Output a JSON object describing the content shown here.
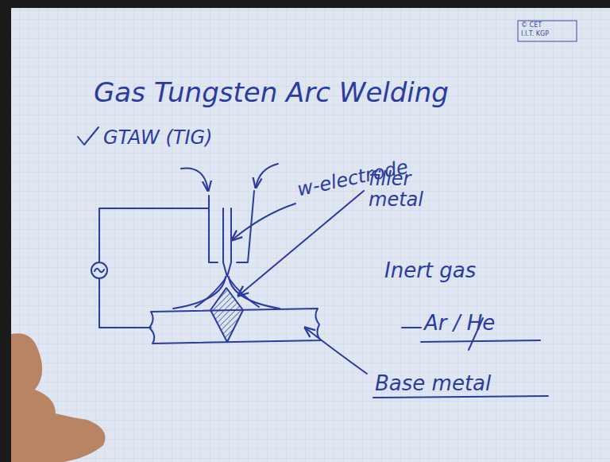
{
  "diagram": {
    "title": "Gas Tungsten Arc Welding",
    "labels": [
      "© CET",
      "I.I.T. KGP",
      "GTAW (TIG)",
      "w-electrode",
      "filler metal",
      "Inert gas",
      "Ar / He",
      "Base metal"
    ]
  }
}
